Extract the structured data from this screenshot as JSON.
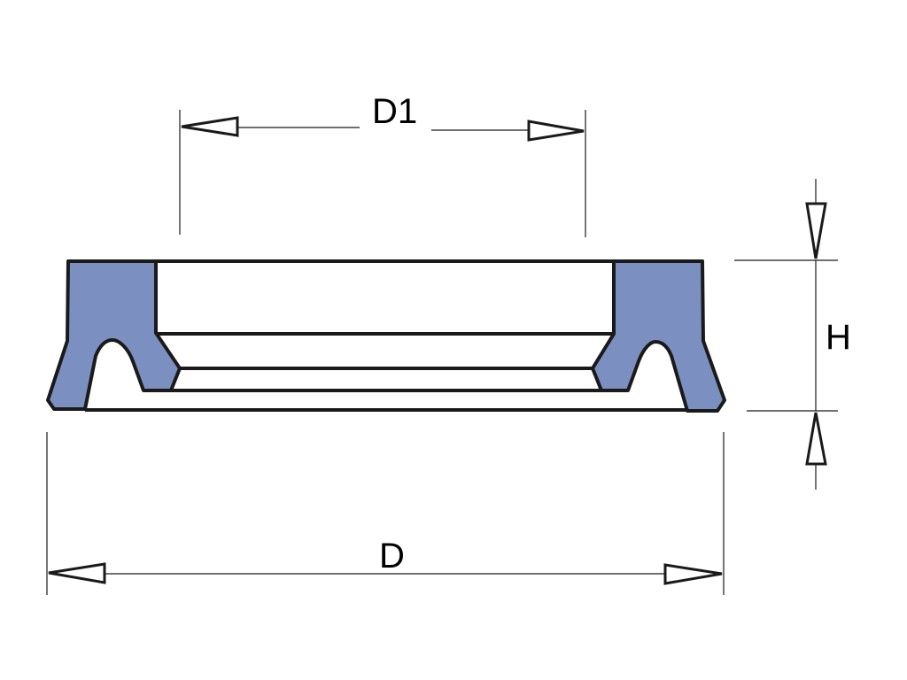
{
  "dimensions": {
    "d1_label": "D1",
    "d_label": "D",
    "h_label": "H"
  },
  "colors": {
    "seal_fill": "#7b8fc0",
    "outline": "#1a1a1a",
    "background": "#ffffff"
  }
}
